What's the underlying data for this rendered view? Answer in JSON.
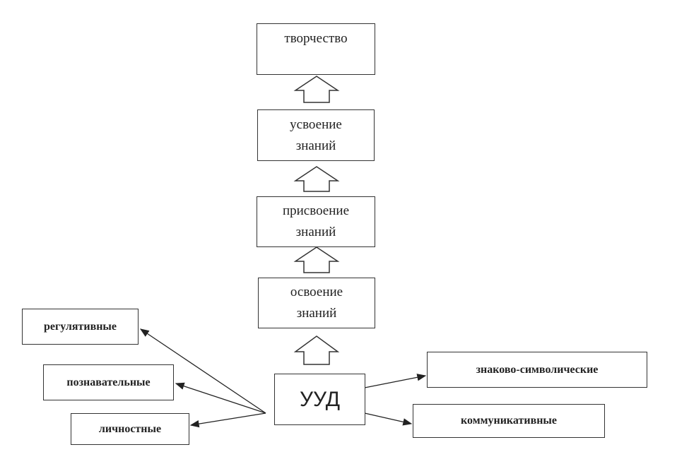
{
  "chain": {
    "creativity": "творчество",
    "assimilation": [
      "усвоение",
      "знаний"
    ],
    "appropriation": [
      "присвоение",
      "знаний"
    ],
    "mastering": [
      "освоение",
      "знаний"
    ]
  },
  "center": "УУД",
  "left": {
    "regulative": "регулятивные",
    "cognitive": "познавательные",
    "personal": "личностные"
  },
  "right": {
    "sign_symbolic": "знаково-символические",
    "communicative": "коммуникативные"
  }
}
